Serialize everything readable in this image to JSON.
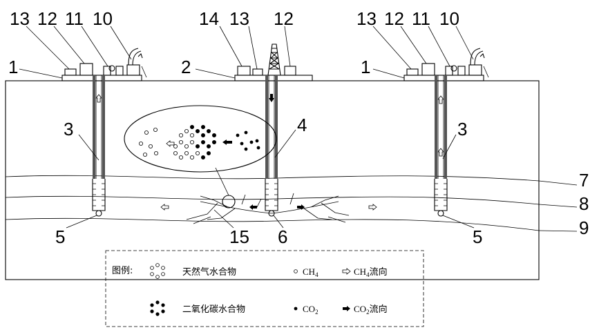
{
  "labels": {
    "n1_left": "1",
    "n1_right": "1",
    "n2": "2",
    "n3_left": "3",
    "n3_right": "3",
    "n4": "4",
    "n5_left": "5",
    "n5_right": "5",
    "n6": "6",
    "n7": "7",
    "n8": "8",
    "n9": "9",
    "n10_left": "10",
    "n10_right": "10",
    "n11_left": "11",
    "n11_right": "11",
    "n12_left": "12",
    "n12_mid": "12",
    "n12_right": "12",
    "n13_left": "13",
    "n13_mid": "13",
    "n13_right": "13",
    "n14": "14",
    "n15": "15"
  },
  "legend": {
    "title": "图例:",
    "ngh": "天然气水合物",
    "co2h": "二氧化碳水合物",
    "ch4_prefix": "CH",
    "ch4_sub": "4",
    "ch4flow_prefix": "CH",
    "ch4flow_sub": "4",
    "ch4flow_suffix": "流向",
    "co2_prefix": "CO",
    "co2_sub": "2",
    "co2flow_prefix": "CO",
    "co2flow_sub": "2",
    "co2flow_suffix": "流向"
  }
}
